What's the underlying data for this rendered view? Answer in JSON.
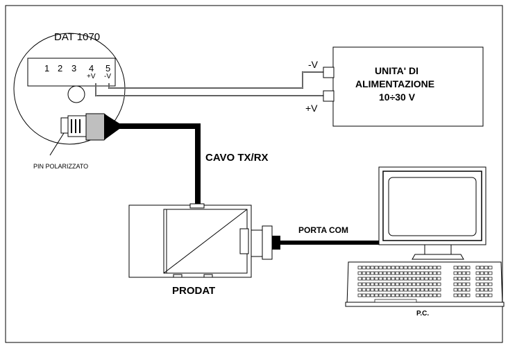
{
  "device": {
    "title": "DAT 1070",
    "terminals": [
      "1",
      "2",
      "3",
      "4",
      "5"
    ],
    "terminal_4_sign": "+V",
    "terminal_5_sign": "-V"
  },
  "pin_label": "PIN POLARIZZATO",
  "power_supply": {
    "line1": "UNITA' DI",
    "line2": "ALIMENTAZIONE",
    "line3": "10÷30 V",
    "neg_label": "-V",
    "pos_label": "+V"
  },
  "cable_label": "CAVO TX/RX",
  "prodat_label": "PRODAT",
  "com_label": "PORTA COM",
  "pc_label": "P.C."
}
